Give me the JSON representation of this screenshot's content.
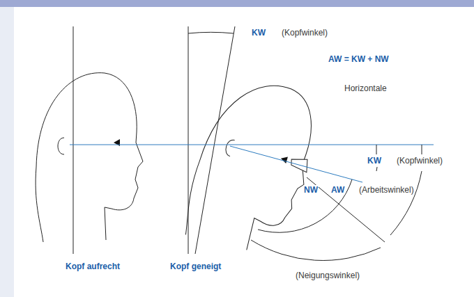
{
  "diagram": {
    "labels": [
      "KW",
      "(Kopfwinkel)",
      "AW = KW + NW",
      "Horizontale",
      "KW",
      "(Kopfwinkel)",
      "NW",
      "AW",
      "(Arbeitswinkel)",
      "(Neigungswinkel)",
      "Kopf aufrecht",
      "Kopf geneigt"
    ]
  }
}
